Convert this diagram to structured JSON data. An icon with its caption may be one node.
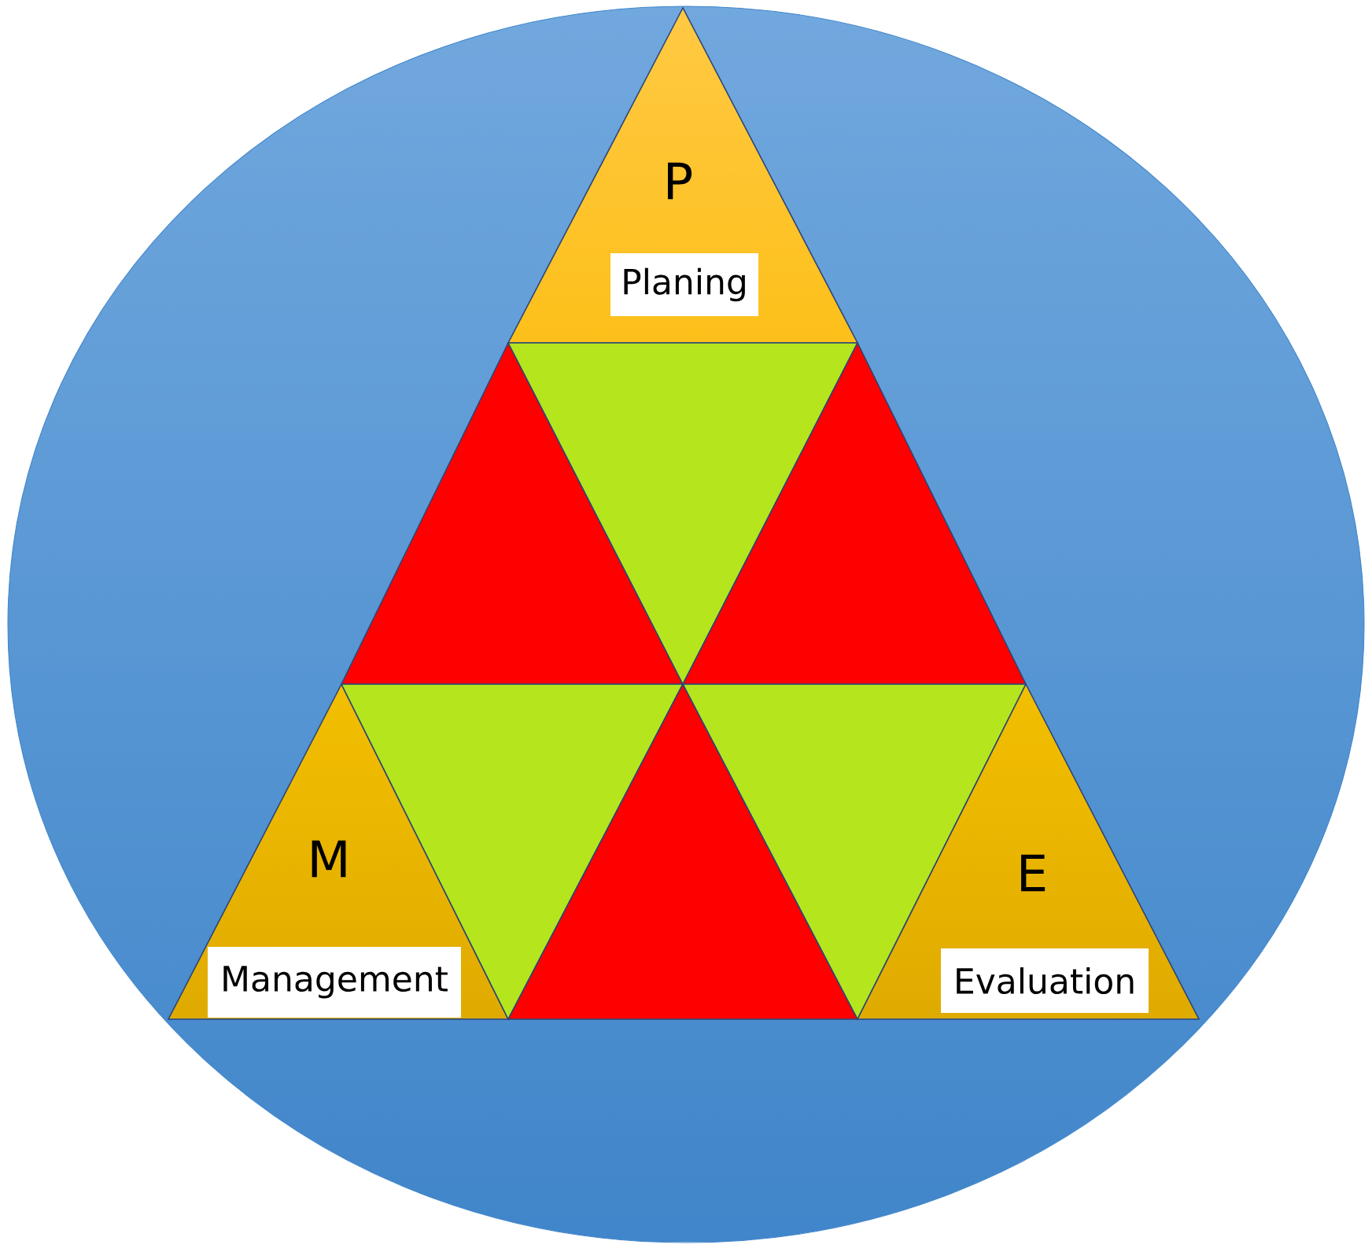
{
  "diagram": {
    "nodes": [
      {
        "text": [],
        "shape": "ellipse"
      },
      {
        "text": [
          "P"
        ],
        "in": 0
      },
      {
        "text": [
          "Planing"
        ],
        "in": 1
      },
      {
        "text": [],
        "shape": "triangle",
        "in": 0
      },
      {
        "text": [],
        "shape": "triangle",
        "in": 0
      },
      {
        "text": [],
        "shape": "triangle",
        "in": 0
      },
      {
        "text": [
          "M"
        ],
        "in": 0
      },
      {
        "text": [
          "Management"
        ],
        "in": 6
      },
      {
        "text": [],
        "shape": "triangle",
        "in": 0
      },
      {
        "text": [],
        "shape": "triangle",
        "in": 0
      },
      {
        "text": [],
        "shape": "triangle",
        "in": 0
      },
      {
        "text": [
          "E"
        ],
        "in": 0
      },
      {
        "text": [
          "Evaluation"
        ],
        "in": 11
      }
    ]
  }
}
